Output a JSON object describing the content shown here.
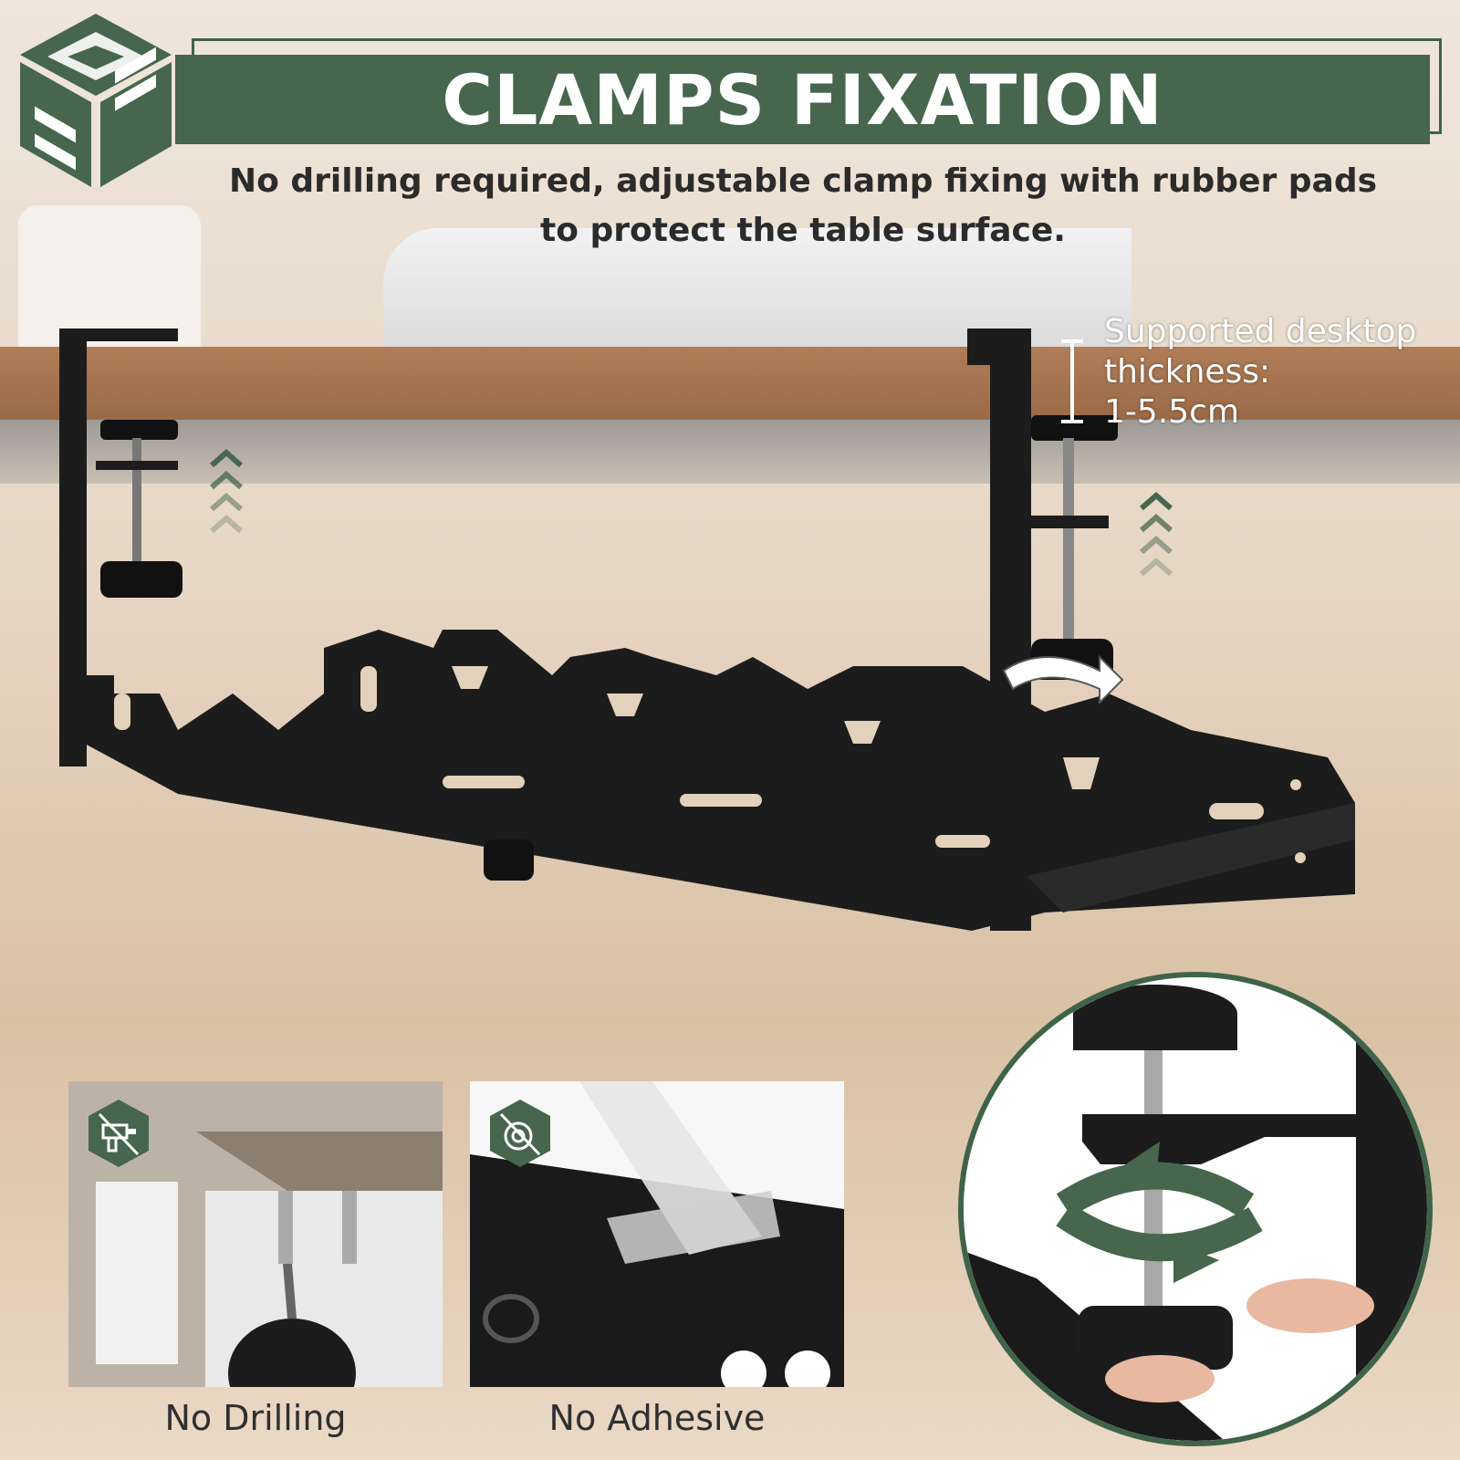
{
  "header": {
    "title": "CLAMPS FIXATION",
    "subtitle_line1": "No drilling required, adjustable clamp fixing with rubber pads",
    "subtitle_line2": "to protect the table surface."
  },
  "thickness_note": {
    "line1": "Supported desktop",
    "line2": "thickness:",
    "line3": "1-5.5cm"
  },
  "features": [
    {
      "label": "No Drilling",
      "icon": "no-drill-icon"
    },
    {
      "label": "No Adhesive",
      "icon": "no-tape-icon"
    }
  ],
  "colors": {
    "brand_green": "#46664d",
    "banner_text": "#ffffff",
    "body_text": "#2b2b2b",
    "tray_black": "#1c1c1c"
  },
  "icons": [
    "brand-logo-icon",
    "up-chevrons-icon",
    "rotate-arrow-icon"
  ]
}
